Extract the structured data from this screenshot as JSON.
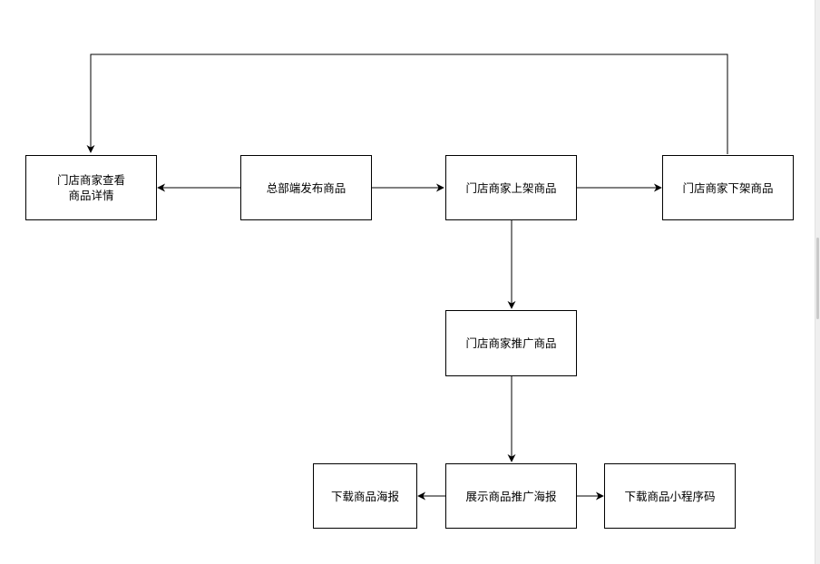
{
  "nodes": {
    "view_details": "门店商家查看\n商品详情",
    "hq_publish": "总部端发布商品",
    "list_product": "门店商家上架商品",
    "delist_product": "门店商家下架商品",
    "promote_product": "门店商家推广商品",
    "show_poster": "展示商品推广海报",
    "download_poster": "下载商品海报",
    "download_qrcode": "下载商品小程序码"
  },
  "colors": {
    "stroke": "#000000",
    "fill": "#ffffff"
  }
}
